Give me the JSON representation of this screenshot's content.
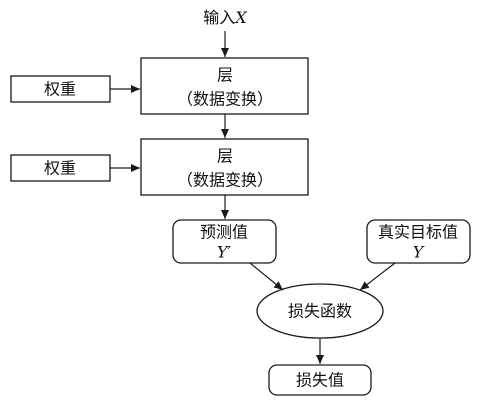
{
  "input": {
    "label": "输入",
    "variable": "X"
  },
  "weights": [
    {
      "label": "权重"
    },
    {
      "label": "权重"
    }
  ],
  "layers": [
    {
      "title": "层",
      "subtitle": "（数据变换）"
    },
    {
      "title": "层",
      "subtitle": "（数据变换）"
    }
  ],
  "prediction": {
    "label": "预测值",
    "variable": "Y′"
  },
  "target": {
    "label": "真实目标值",
    "variable": "Y"
  },
  "loss_function": {
    "label": "损失函数"
  },
  "loss_value": {
    "label": "损失值"
  },
  "colors": {
    "stroke": "#1a1a1a",
    "text": "#111111",
    "background": "#ffffff"
  }
}
